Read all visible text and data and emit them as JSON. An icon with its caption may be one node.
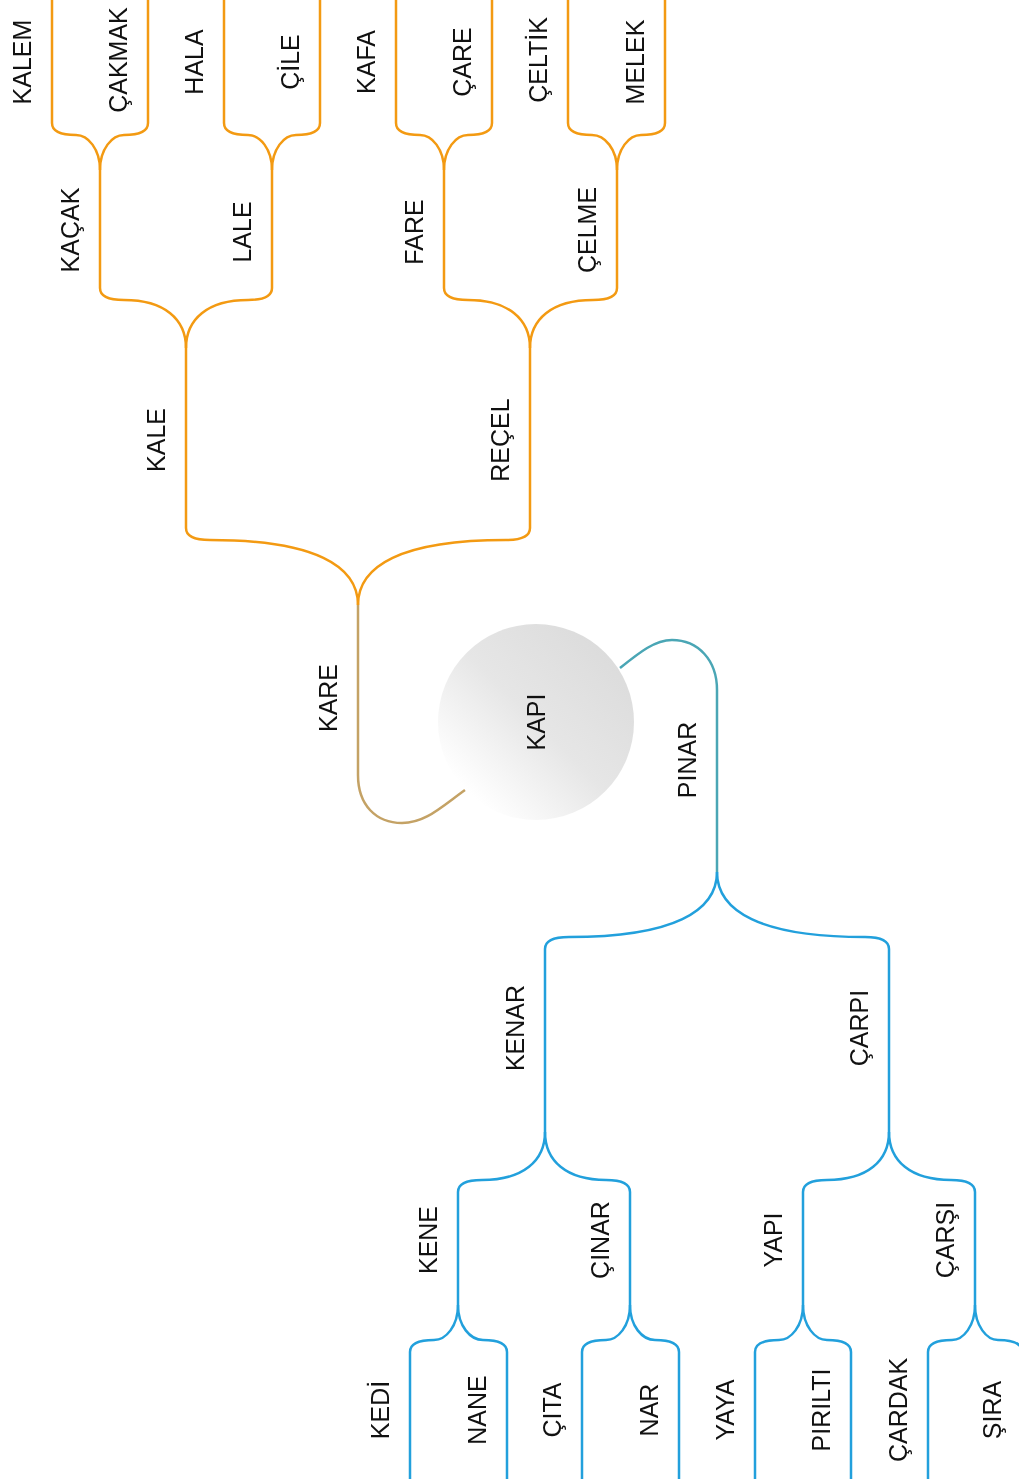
{
  "diagram": {
    "nodes": [
      {
        "text": [
          "KAPI"
        ]
      },
      {
        "text": [
          "KARE"
        ]
      },
      {
        "text": [
          "KALE"
        ]
      },
      {
        "text": [
          "KAÇAK"
        ]
      },
      {
        "text": [
          "KALEM"
        ]
      },
      {
        "text": [
          "ÇAKMAK"
        ]
      },
      {
        "text": [
          "LALE"
        ]
      },
      {
        "text": [
          "HALA"
        ]
      },
      {
        "text": [
          "ÇİLE"
        ]
      },
      {
        "text": [
          "REÇEL"
        ]
      },
      {
        "text": [
          "FARE"
        ]
      },
      {
        "text": [
          "KAFA"
        ]
      },
      {
        "text": [
          "ÇARE"
        ]
      },
      {
        "text": [
          "ÇELME"
        ]
      },
      {
        "text": [
          "ÇELTİK"
        ]
      },
      {
        "text": [
          "MELEK"
        ]
      },
      {
        "text": [
          "PINAR"
        ]
      },
      {
        "text": [
          "KENAR"
        ]
      },
      {
        "text": [
          "KENE"
        ]
      },
      {
        "text": [
          "KEDİ"
        ]
      },
      {
        "text": [
          "NANE"
        ]
      },
      {
        "text": [
          "ÇINAR"
        ]
      },
      {
        "text": [
          "ÇITA"
        ]
      },
      {
        "text": [
          "NAR"
        ]
      },
      {
        "text": [
          "ÇARPI"
        ]
      },
      {
        "text": [
          "YAPI"
        ]
      },
      {
        "text": [
          "YAYA"
        ]
      },
      {
        "text": [
          "PIRILTI"
        ]
      },
      {
        "text": [
          "ÇARŞI"
        ]
      },
      {
        "text": [
          "ÇARDAK"
        ]
      },
      {
        "text": [
          "ŞIRA"
        ]
      }
    ],
    "edges": [
      {
        "from": 0,
        "to": 1,
        "arrow": "none",
        "color": "#c4a265"
      },
      {
        "from": 1,
        "to": 2,
        "arrow": "none",
        "color": "#f39a12"
      },
      {
        "from": 2,
        "to": 3,
        "arrow": "none",
        "color": "#f39a12"
      },
      {
        "from": 3,
        "to": 4,
        "arrow": "none",
        "color": "#f39a12"
      },
      {
        "from": 3,
        "to": 5,
        "arrow": "none",
        "color": "#f39a12"
      },
      {
        "from": 2,
        "to": 6,
        "arrow": "none",
        "color": "#f39a12"
      },
      {
        "from": 6,
        "to": 7,
        "arrow": "none",
        "color": "#f39a12"
      },
      {
        "from": 6,
        "to": 8,
        "arrow": "none",
        "color": "#f39a12"
      },
      {
        "from": 1,
        "to": 9,
        "arrow": "none",
        "color": "#f39a12"
      },
      {
        "from": 9,
        "to": 10,
        "arrow": "none",
        "color": "#f39a12"
      },
      {
        "from": 10,
        "to": 11,
        "arrow": "none",
        "color": "#f39a12"
      },
      {
        "from": 10,
        "to": 12,
        "arrow": "none",
        "color": "#f39a12"
      },
      {
        "from": 9,
        "to": 13,
        "arrow": "none",
        "color": "#f39a12"
      },
      {
        "from": 13,
        "to": 14,
        "arrow": "none",
        "color": "#f39a12"
      },
      {
        "from": 13,
        "to": 15,
        "arrow": "none",
        "color": "#f39a12"
      },
      {
        "from": 0,
        "to": 16,
        "arrow": "none",
        "color": "#4aa6b5"
      },
      {
        "from": 16,
        "to": 17,
        "arrow": "none",
        "color": "#22a0dc"
      },
      {
        "from": 17,
        "to": 18,
        "arrow": "none",
        "color": "#22a0dc"
      },
      {
        "from": 18,
        "to": 19,
        "arrow": "none",
        "color": "#22a0dc"
      },
      {
        "from": 18,
        "to": 20,
        "arrow": "none",
        "color": "#22a0dc"
      },
      {
        "from": 17,
        "to": 21,
        "arrow": "none",
        "color": "#22a0dc"
      },
      {
        "from": 21,
        "to": 22,
        "arrow": "none",
        "color": "#22a0dc"
      },
      {
        "from": 21,
        "to": 23,
        "arrow": "none",
        "color": "#22a0dc"
      },
      {
        "from": 16,
        "to": 24,
        "arrow": "none",
        "color": "#22a0dc"
      },
      {
        "from": 24,
        "to": 25,
        "arrow": "none",
        "color": "#22a0dc"
      },
      {
        "from": 25,
        "to": 26,
        "arrow": "none",
        "color": "#22a0dc"
      },
      {
        "from": 25,
        "to": 27,
        "arrow": "none",
        "color": "#22a0dc"
      },
      {
        "from": 24,
        "to": 28,
        "arrow": "none",
        "color": "#22a0dc"
      },
      {
        "from": 28,
        "to": 29,
        "arrow": "none",
        "color": "#22a0dc"
      },
      {
        "from": 28,
        "to": 30,
        "arrow": "none",
        "color": "#22a0dc"
      }
    ]
  }
}
